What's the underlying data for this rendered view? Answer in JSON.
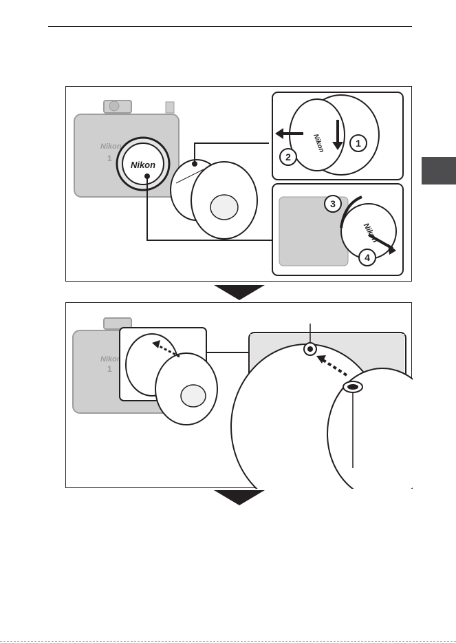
{
  "colors": {
    "ink": "#231f20",
    "camera_gray": "#bfbfbf",
    "tab_gray": "#4d4d4f"
  },
  "labels": {
    "cap_brand": "Nikon",
    "body_cap_brand": "Nikon",
    "camera_model": "1",
    "step_1": "1",
    "step_2": "2",
    "step_3": "3",
    "step_4": "4"
  }
}
